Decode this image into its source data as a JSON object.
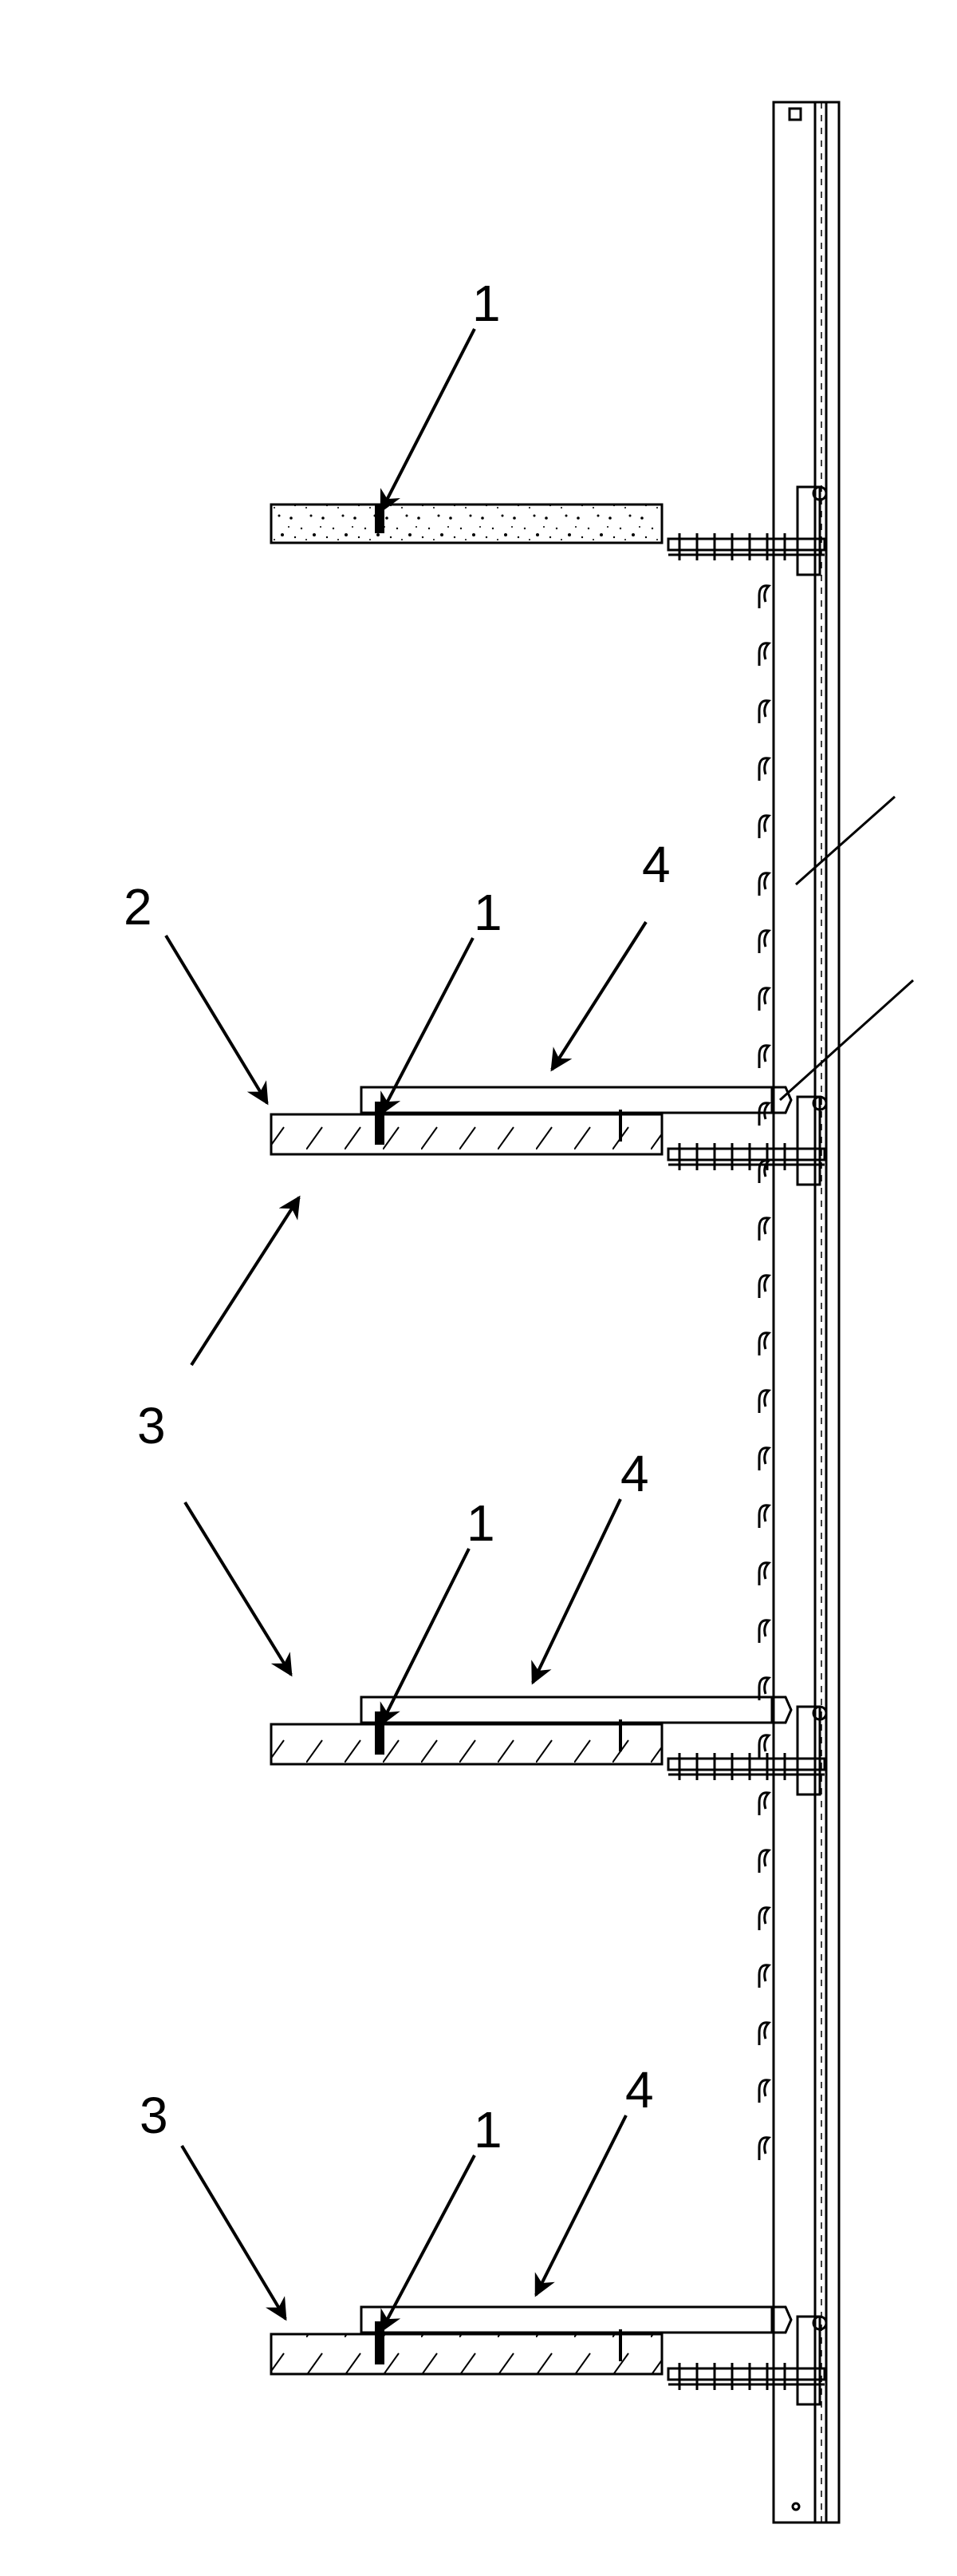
{
  "labels": {
    "top_1": "1",
    "slab2_2": "2",
    "slab2_1": "1",
    "slab2_4": "4",
    "mid_3": "3",
    "slab3_1": "1",
    "slab3_4": "4",
    "slab4_3": "3",
    "slab4_1": "1",
    "slab4_4": "4"
  }
}
